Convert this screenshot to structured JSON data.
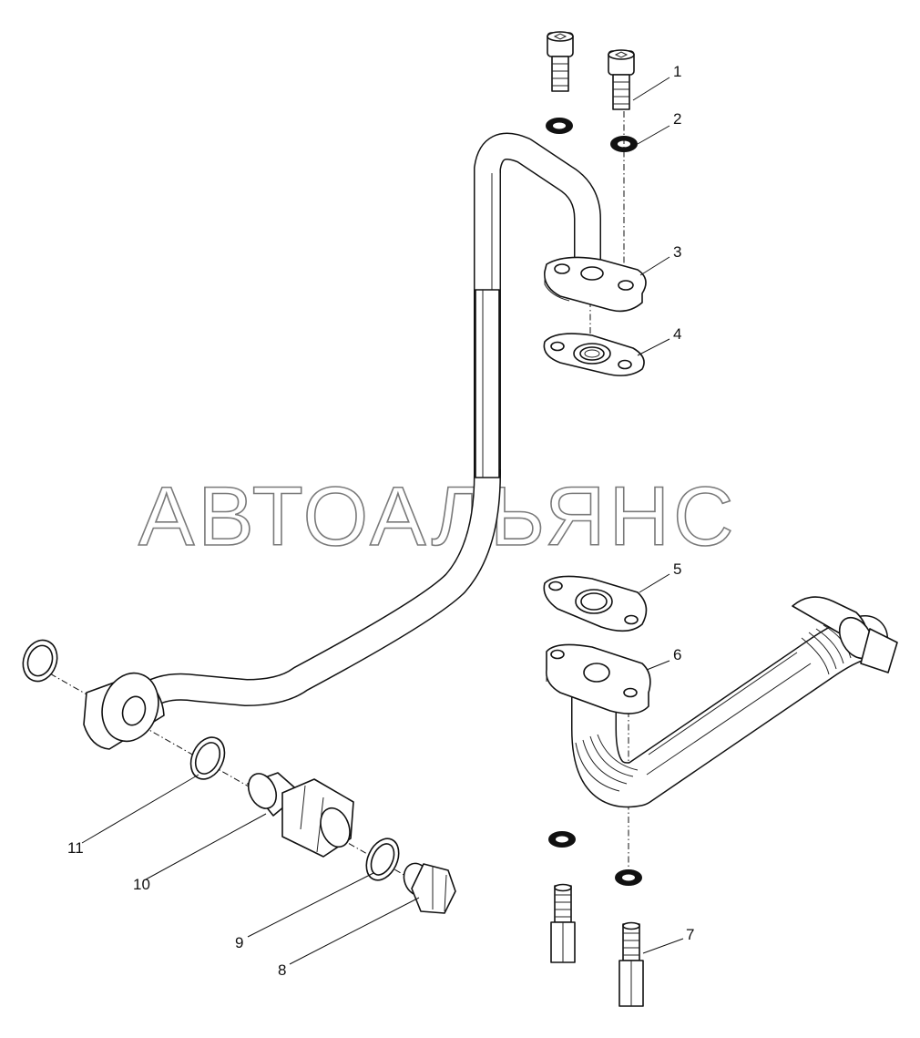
{
  "watermark": "АВТОАЛЬЯНС",
  "callouts": [
    {
      "id": "1",
      "label": "1"
    },
    {
      "id": "2",
      "label": "2"
    },
    {
      "id": "3",
      "label": "3"
    },
    {
      "id": "4",
      "label": "4"
    },
    {
      "id": "5",
      "label": "5"
    },
    {
      "id": "6",
      "label": "6"
    },
    {
      "id": "7",
      "label": "7"
    },
    {
      "id": "8",
      "label": "8"
    },
    {
      "id": "9",
      "label": "9"
    },
    {
      "id": "10",
      "label": "10"
    },
    {
      "id": "11",
      "label": "11"
    }
  ]
}
